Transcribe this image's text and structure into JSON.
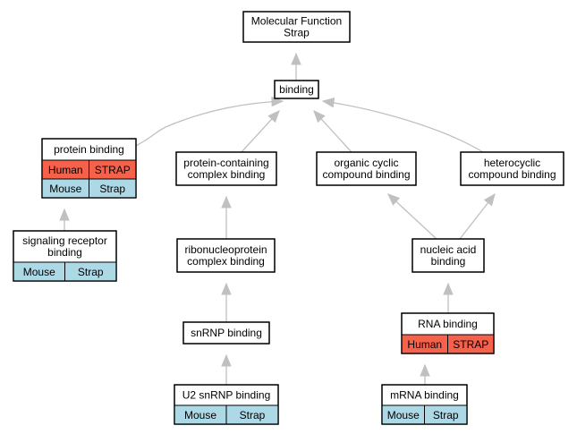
{
  "colors": {
    "human": "#f5614a",
    "mouse": "#add8e6",
    "edge": "#c0c0c0",
    "border": "#000000"
  },
  "nodes": [
    {
      "id": "mf",
      "lines": [
        "Molecular Function",
        "Strap"
      ],
      "rows": []
    },
    {
      "id": "binding",
      "lines": [
        "binding"
      ],
      "rows": []
    },
    {
      "id": "protein-binding",
      "lines": [
        "protein binding"
      ],
      "rows": [
        {
          "species": "Human",
          "gene": "STRAP",
          "color": "human"
        },
        {
          "species": "Mouse",
          "gene": "Strap",
          "color": "mouse"
        }
      ]
    },
    {
      "id": "protein-containing-complex-binding",
      "lines": [
        "protein-containing",
        "complex binding"
      ],
      "rows": []
    },
    {
      "id": "organic-cyclic-compound-binding",
      "lines": [
        "organic cyclic",
        "compound binding"
      ],
      "rows": []
    },
    {
      "id": "heterocyclic-compound-binding",
      "lines": [
        "heterocyclic",
        "compound binding"
      ],
      "rows": []
    },
    {
      "id": "signaling-receptor-binding",
      "lines": [
        "signaling receptor",
        "binding"
      ],
      "rows": [
        {
          "species": "Mouse",
          "gene": "Strap",
          "color": "mouse"
        }
      ]
    },
    {
      "id": "ribonucleoprotein-complex-binding",
      "lines": [
        "ribonucleoprotein",
        "complex binding"
      ],
      "rows": []
    },
    {
      "id": "nucleic-acid-binding",
      "lines": [
        "nucleic acid",
        "binding"
      ],
      "rows": []
    },
    {
      "id": "snrnp-binding",
      "lines": [
        "snRNP binding"
      ],
      "rows": []
    },
    {
      "id": "rna-binding",
      "lines": [
        "RNA binding"
      ],
      "rows": [
        {
          "species": "Human",
          "gene": "STRAP",
          "color": "human"
        }
      ]
    },
    {
      "id": "u2-snrnp-binding",
      "lines": [
        "U2 snRNP binding"
      ],
      "rows": [
        {
          "species": "Mouse",
          "gene": "Strap",
          "color": "mouse"
        }
      ]
    },
    {
      "id": "mrna-binding",
      "lines": [
        "mRNA binding"
      ],
      "rows": [
        {
          "species": "Mouse",
          "gene": "Strap",
          "color": "mouse"
        }
      ]
    }
  ],
  "edges": [
    {
      "from": "binding",
      "to": "mf"
    },
    {
      "from": "protein-binding",
      "to": "binding"
    },
    {
      "from": "protein-containing-complex-binding",
      "to": "binding"
    },
    {
      "from": "organic-cyclic-compound-binding",
      "to": "binding"
    },
    {
      "from": "heterocyclic-compound-binding",
      "to": "binding"
    },
    {
      "from": "signaling-receptor-binding",
      "to": "protein-binding"
    },
    {
      "from": "ribonucleoprotein-complex-binding",
      "to": "protein-containing-complex-binding"
    },
    {
      "from": "nucleic-acid-binding",
      "to": "organic-cyclic-compound-binding"
    },
    {
      "from": "nucleic-acid-binding",
      "to": "heterocyclic-compound-binding"
    },
    {
      "from": "snrnp-binding",
      "to": "ribonucleoprotein-complex-binding"
    },
    {
      "from": "rna-binding",
      "to": "nucleic-acid-binding"
    },
    {
      "from": "u2-snrnp-binding",
      "to": "snrnp-binding"
    },
    {
      "from": "mrna-binding",
      "to": "rna-binding"
    }
  ]
}
